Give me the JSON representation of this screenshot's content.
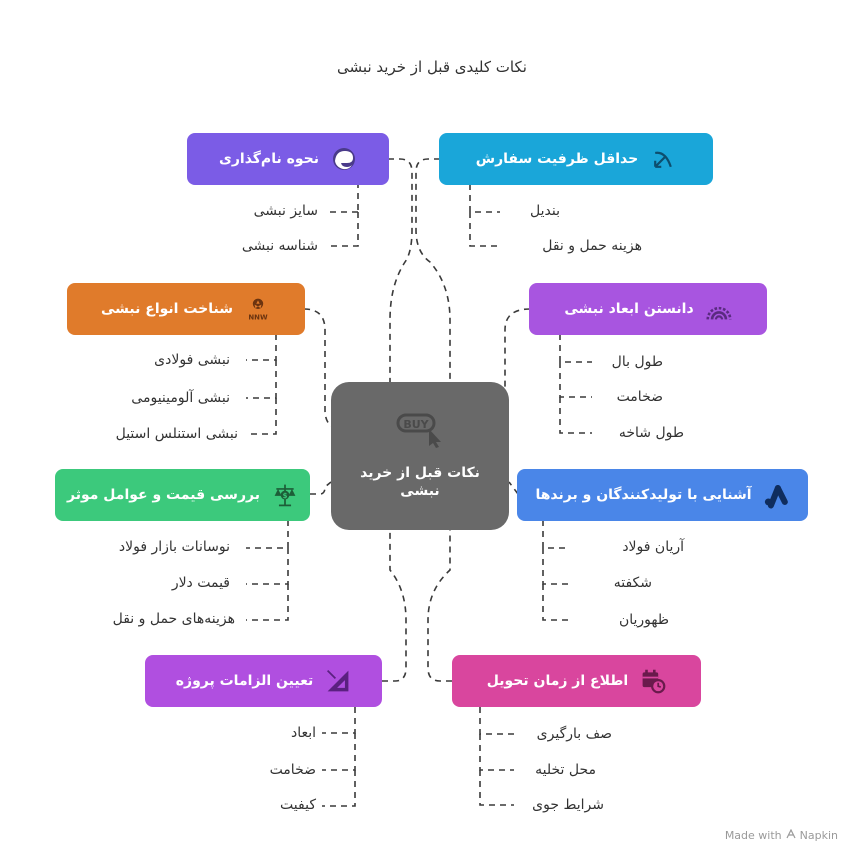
{
  "title": "نکات کلیدی قبل از خرید نبشی",
  "center": {
    "label": "نکات قبل از خرید نبشی",
    "icon": "buy-cursor-icon"
  },
  "topics": {
    "naming": {
      "label": "نحوه نام‌گذاری",
      "color": "#7b5ce6",
      "icon": "edge-swirl-icon",
      "items": [
        "سایز نبشی",
        "شناسه نبشی"
      ]
    },
    "min_order": {
      "label": "حداقل ظرفیت سفارش",
      "color": "#1aa6d9",
      "icon": "arrow-arc-icon",
      "items": [
        "بندیل",
        "هزینه حمل و نقل"
      ]
    },
    "types": {
      "label": "شناخت انواع نبشی",
      "color": "#e07b2b",
      "icon": "nnw-badge-icon",
      "items": [
        "نبشی فولادی",
        "نبشی آلومینیومی",
        "نبشی استنلس استیل"
      ]
    },
    "dimensions": {
      "label": "دانستن ابعاد نبشی",
      "color": "#a855e0",
      "icon": "rainbow-arch-icon",
      "items": [
        "طول بال",
        "ضخامت",
        "طول شاخه"
      ]
    },
    "price": {
      "label": "بررسی قیمت و عوامل موثر",
      "color": "#3cc97c",
      "icon": "price-scale-icon",
      "items": [
        "نوسانات بازار فولاد",
        "قیمت دلار",
        "هزینه‌های حمل و نقل"
      ]
    },
    "brands": {
      "label": "آشنایی با تولیدکنندگان و برندها",
      "color": "#4a86e8",
      "icon": "ads-logo-icon",
      "items": [
        "آریان فولاد",
        "شکفته",
        "ظهوریان"
      ]
    },
    "requirements": {
      "label": "تعیین الزامات پروژه",
      "color": "#b04fe0",
      "icon": "set-square-icon",
      "items": [
        "ابعاد",
        "ضخامت",
        "کیفیت"
      ]
    },
    "delivery": {
      "label": "اطلاع از زمان تحویل",
      "color": "#d9469e",
      "icon": "calendar-clock-icon",
      "items": [
        "صف بارگیری",
        "محل تخلیه",
        "شرایط جوی"
      ]
    }
  },
  "credit": {
    "text": "Made with",
    "brand": "Napkin"
  }
}
